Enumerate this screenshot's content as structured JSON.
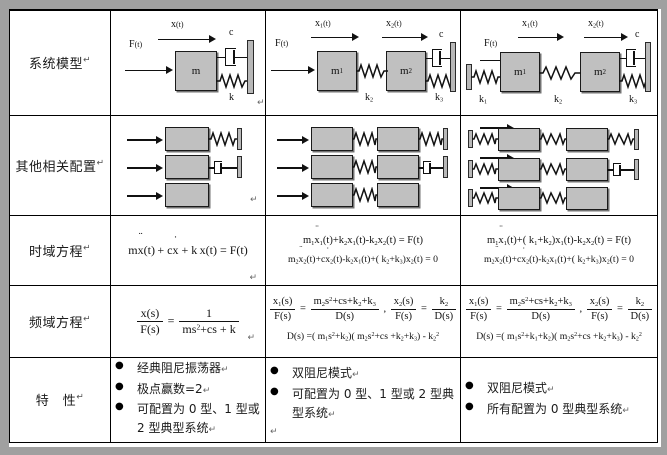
{
  "table": {
    "rows": [
      {
        "label": "系统模型",
        "label_mark": "↵",
        "kind": "model",
        "cells": [
          {
            "id": "model-1dof",
            "masses": [
              {
                "label": "m",
                "sub": ""
              }
            ],
            "displacements": [
              {
                "label": "x(t)"
              }
            ],
            "force": "F(t)",
            "damper": "c",
            "springs": [
              "k"
            ],
            "cr_mark": "↵"
          },
          {
            "id": "model-2dof-free",
            "masses": [
              {
                "label": "m",
                "sub": "1"
              },
              {
                "label": "m",
                "sub": "2"
              }
            ],
            "displacements": [
              {
                "label": "x",
                "sub": "1",
                "suffix": "(t)"
              },
              {
                "label": "x",
                "sub": "2",
                "suffix": "(t)"
              }
            ],
            "force": "F(t)",
            "damper": "c",
            "springs": [
              "k2",
              "k3"
            ],
            "cr_mark": ""
          },
          {
            "id": "model-2dof-grounded",
            "masses": [
              {
                "label": "m",
                "sub": "1"
              },
              {
                "label": "m",
                "sub": "2"
              }
            ],
            "displacements": [
              {
                "label": "x",
                "sub": "1",
                "suffix": "(t)"
              },
              {
                "label": "x",
                "sub": "2",
                "suffix": "(t)"
              }
            ],
            "force": "F(t)",
            "damper": "c",
            "springs": [
              "k1",
              "k2",
              "k3"
            ],
            "cr_mark": ""
          }
        ]
      },
      {
        "label": "其他相关配置",
        "label_mark": "↵",
        "kind": "config",
        "cells": [
          {
            "id": "config-1dof",
            "cr_mark": "↵"
          },
          {
            "id": "config-2dof-free",
            "cr_mark": ""
          },
          {
            "id": "config-2dof-grounded",
            "cr_mark": ""
          }
        ]
      },
      {
        "label": "时域方程",
        "label_mark": "↵",
        "kind": "time_eq",
        "cells": [
          {
            "id": "time-eq-1",
            "lines": [
              "m ẍ(t) + c ẋ + k x(t) = F(t)"
            ],
            "cr_mark": "↵"
          },
          {
            "id": "time-eq-2",
            "lines": [
              "m₁ẍ₁(t)+k₂x₁(t)-k₂x₂(t) = F(t)",
              "m₂ẍ₂(t)+cẋ₂(t)-k₂x₁(t)+( k₂+k₃)x₂(t) = 0"
            ],
            "cr_mark": ""
          },
          {
            "id": "time-eq-3",
            "lines": [
              "m₁ẍ₁(t)+( k₁+k₂)x₁(t)-k₂x₂(t) = F(t)",
              "m₂ẍ₂(t)+cẋ₂(t)-k₂x₁(t)+( k₂+k₃)x₂(t) = 0"
            ],
            "cr_mark": ""
          }
        ]
      },
      {
        "label": "频域方程",
        "label_mark": "↵",
        "kind": "freq_eq",
        "cells": [
          {
            "id": "freq-eq-1",
            "cr_mark": "↵"
          },
          {
            "id": "freq-eq-2",
            "cr_mark": ""
          },
          {
            "id": "freq-eq-3",
            "cr_mark": ""
          }
        ]
      },
      {
        "label": "特　性",
        "label_mark": "↵",
        "kind": "features",
        "cells": [
          {
            "id": "features-1",
            "items": [
              {
                "text": "经典阻尼振荡器",
                "mark": "↵"
              },
              {
                "text": "极点赢数=2",
                "mark": "↵"
              },
              {
                "text": "可配置为 0 型、1 型或 2 型典型系统",
                "mark": "↵"
              }
            ],
            "cr_mark": ""
          },
          {
            "id": "features-2",
            "items": [
              {
                "text": "双阻尼模式",
                "mark": "↵"
              },
              {
                "text": "可配置为 0 型、1 型或 2 型典型系统",
                "mark": "↵"
              }
            ],
            "cr_mark": "↵"
          },
          {
            "id": "features-3",
            "items": [
              {
                "text": "双阻尼模式",
                "mark": "↵"
              },
              {
                "text": "所有配置为 0 型典型系统",
                "mark": "↵"
              }
            ],
            "cr_mark": ""
          }
        ]
      }
    ]
  },
  "equations": {
    "freq1": {
      "lhs_num": "x(s)",
      "lhs_den": "F(s)",
      "eq": "=",
      "rhs_num": "1",
      "rhs_den": "ms² + cs + k"
    },
    "freq2": {
      "a_num": "x₁(s)",
      "a_den": "F(s)",
      "eq1": "=",
      "a_rnum": "m₂s²+cs+k₂+k₃",
      "a_rden": "D(s)",
      "comma": ",",
      "b_num": "x₂(s)",
      "b_den": "F(s)",
      "eq2": "=",
      "b_rnum": "k₂",
      "b_rden": "D(s)",
      "ds": "D(s) =( m₁s²+k₂)( m₂s²+cs+k₂+k₃) - k₂²"
    },
    "freq3": {
      "a_num": "x₁(s)",
      "a_den": "F(s)",
      "eq1": "=",
      "a_rnum": "m₂s²+cs+k₂+k₃",
      "a_rden": "D(s)",
      "comma": ",",
      "b_num": "x₂(s)",
      "b_den": "F(s)",
      "eq2": "=",
      "b_rnum": "k₂",
      "b_rden": "D(s)",
      "ds": "D(s) =( m₁s²+k₁+k₂)( m₂s²+cs+k₂+k₃) - k₂²"
    }
  },
  "colors": {
    "mass_fill": "#c0c0c0",
    "wall_fill": "#b8b8b8",
    "border": "#000000",
    "page_bg": "#9b9b9b",
    "sheet_bg": "#ffffff"
  }
}
